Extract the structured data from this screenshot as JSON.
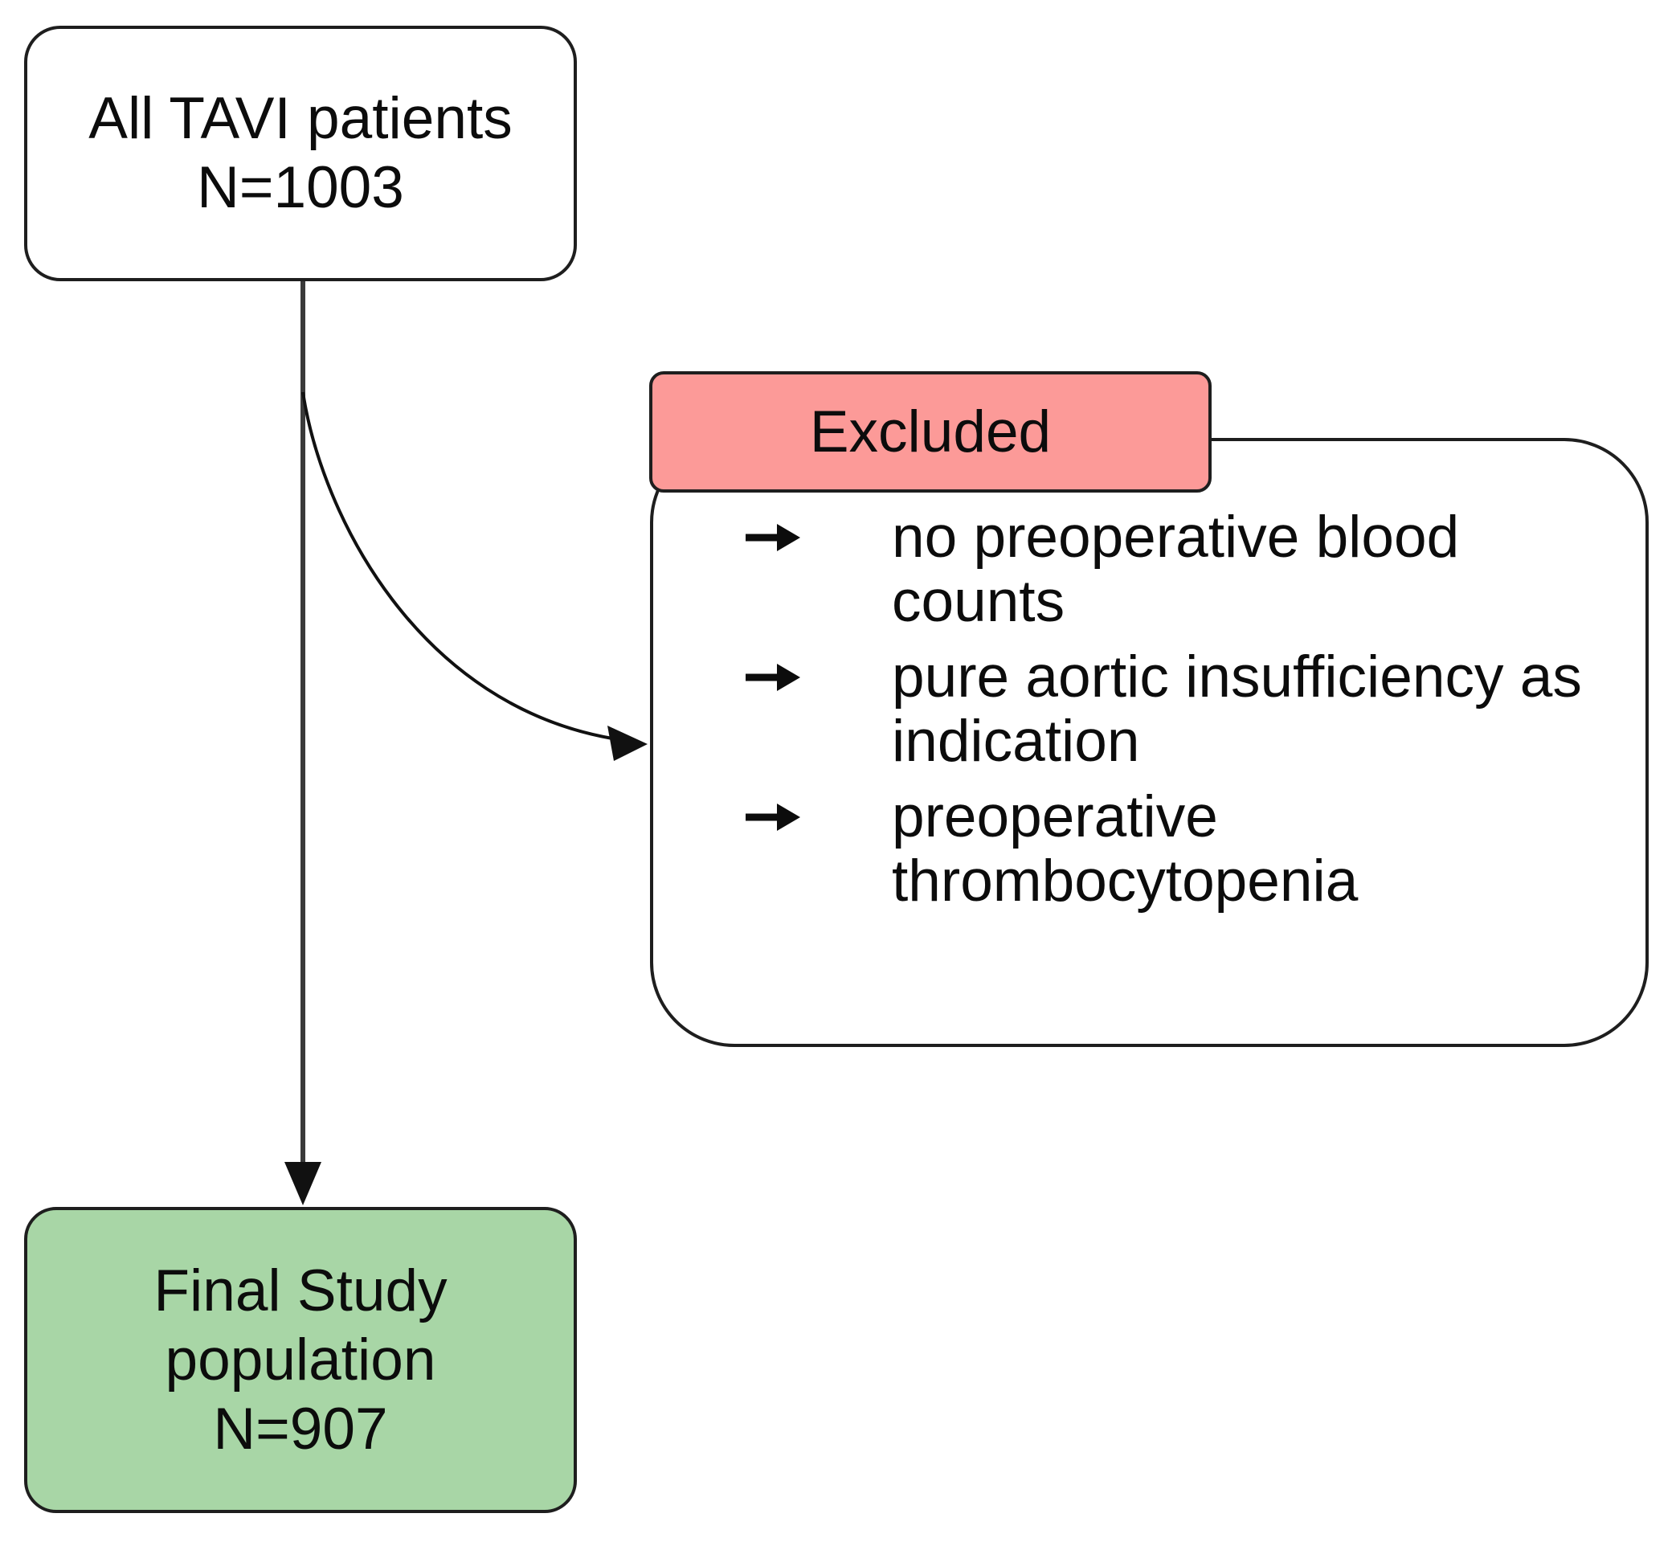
{
  "nodes": {
    "all_patients": {
      "line1": "All TAVI patients",
      "line2": "N=1003"
    },
    "excluded": {
      "title": "Excluded",
      "items": [
        "no preoperative blood counts",
        "pure aortic insufficiency as indication",
        "preoperative thrombocytopenia"
      ]
    },
    "final_population": {
      "line1": "Final Study",
      "line2": "population",
      "line3": "N=907"
    }
  },
  "colors": {
    "excluded_fill": "#fc9a98",
    "final_fill": "#a8d6a6",
    "node_fill": "#ffffff",
    "stroke": "#1e1e1e",
    "connector": "#3a3a3a",
    "text": "#0c0c0c"
  },
  "icons": {
    "bullet": "arrow-right-icon",
    "down_connector": "arrow-down-icon",
    "branch_connector": "arrow-right-curved-icon"
  }
}
